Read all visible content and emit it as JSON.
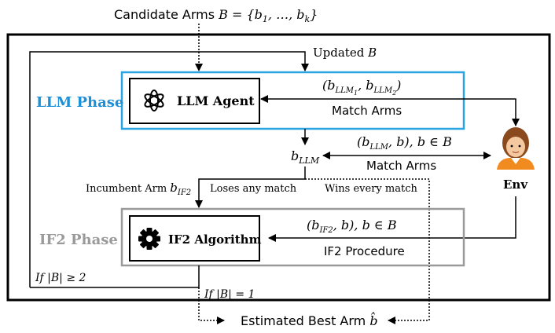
{
  "top_label": {
    "text": "Candidate Arms ",
    "math": "B = {b",
    "sub1": "1",
    "mid": ", …, b",
    "subk": "k",
    "end": "}"
  },
  "updated_label": {
    "text": "Updated ",
    "math": "B"
  },
  "llm_phase": {
    "label": "LLM Phase",
    "agent_label": "LLM Agent",
    "border_color": "#29a3e1",
    "label_color": "#1e90d8"
  },
  "llm_match": {
    "pair_open": "(b",
    "sub_a": "LLM",
    "sub_a_idx": "1",
    "comma": ", b",
    "sub_b": "LLM",
    "sub_b_idx": "2",
    "pair_close": ")",
    "caption": "Match Arms"
  },
  "b_llm": {
    "math": "b",
    "sub": "LLM"
  },
  "env_match": {
    "pair_open": "(b",
    "sub": "LLM",
    "rest": ", b), b ∈ B",
    "caption": "Match Arms"
  },
  "env": {
    "label": "Env",
    "icon": "person-icon"
  },
  "incumbent": {
    "text": "Incumbent Arm ",
    "math": "b",
    "sub": "IF2"
  },
  "loses_label": "Loses any match",
  "wins_label": "Wins every match",
  "if2_phase": {
    "label": "IF2 Phase",
    "algo_label": "IF2 Algorithm",
    "border_color": "#9a9a9a",
    "label_color": "#9a9a9a",
    "icon": "gear-icon"
  },
  "if2_match": {
    "pair_open": "(b",
    "sub": "IF2",
    "rest": ", b), b ∈ B",
    "caption": "IF2 Procedure"
  },
  "loop_label": {
    "text": "If |B| ≥ 2"
  },
  "exit_label": {
    "text": "If |B| = 1"
  },
  "result": {
    "text": "Estimated Best Arm ",
    "math": "b̂"
  },
  "llm_icon": "openai-logo-icon"
}
